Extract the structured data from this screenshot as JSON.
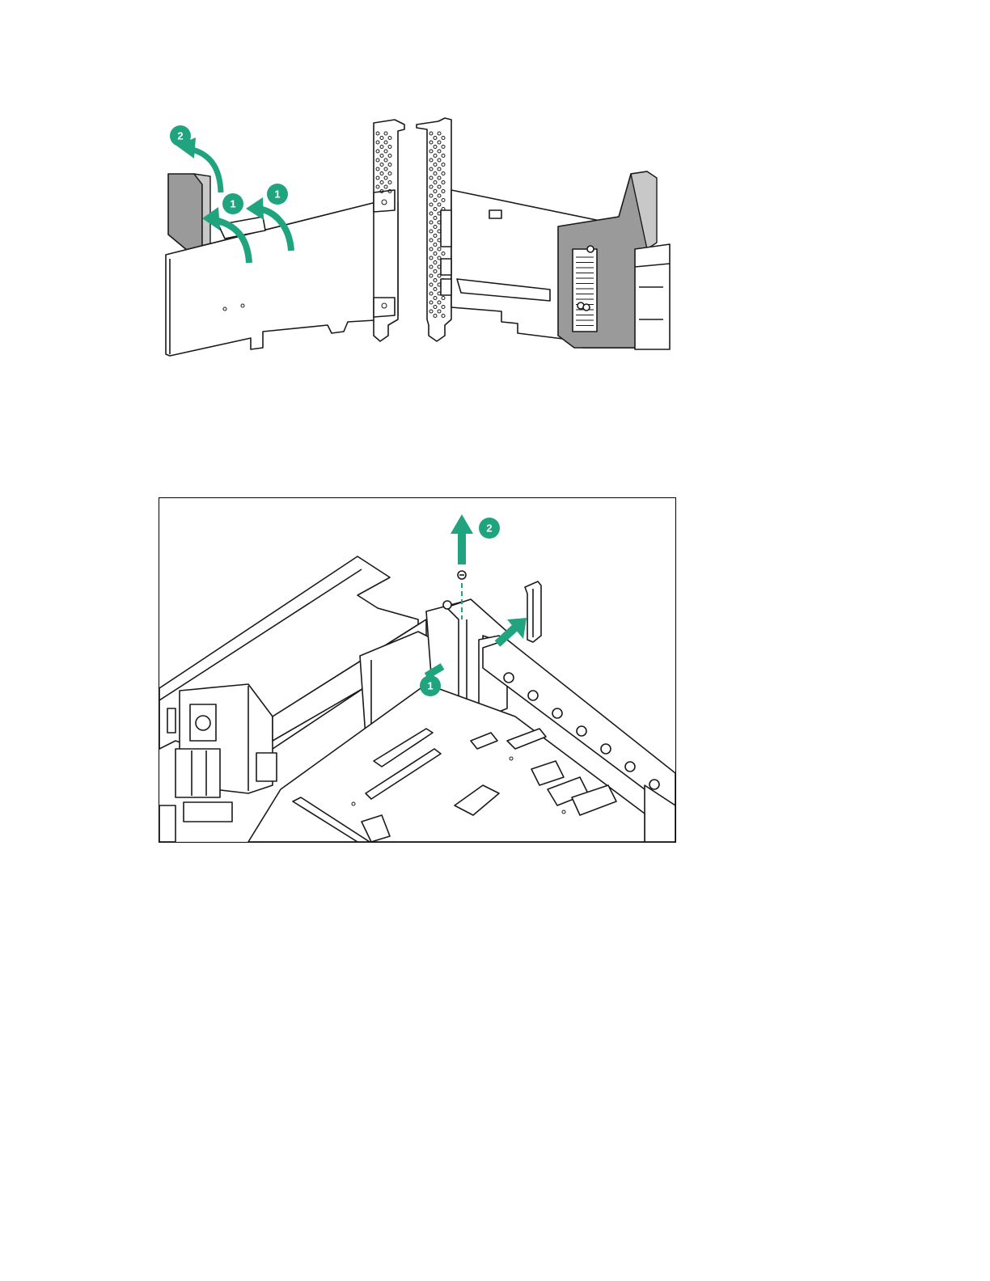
{
  "figure_top": {
    "callouts": [
      {
        "id": "top-step-2",
        "label": "2"
      },
      {
        "id": "top-step-1a",
        "label": "1"
      },
      {
        "id": "top-step-1b",
        "label": "1"
      }
    ]
  },
  "figure_bottom": {
    "callouts": [
      {
        "id": "bottom-step-2",
        "label": "2"
      },
      {
        "id": "bottom-step-1",
        "label": "1"
      }
    ]
  },
  "colors": {
    "accent": "#20a47f",
    "line": "#1a1a1a",
    "bracket_gray": "#9a9a9a"
  }
}
